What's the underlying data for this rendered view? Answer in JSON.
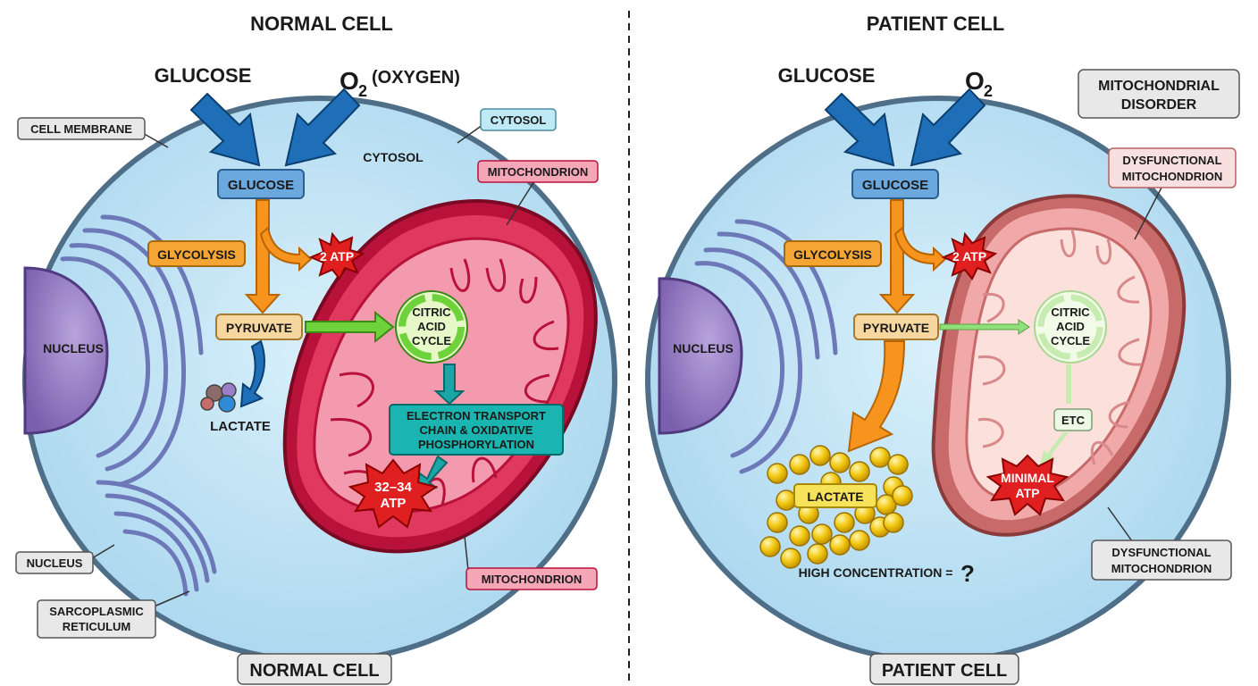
{
  "normal": {
    "title": "NORMAL CELL",
    "input_glucose": "GLUCOSE",
    "input_o2_main": "O",
    "input_o2_sub": "2",
    "input_o2_suffix": "(OXYGEN)",
    "labels": {
      "cell_membrane": "CELL MEMBRANE",
      "cytosol_box": "CYTOSOL",
      "cytosol_text": "CYTOSOL",
      "mitochondrion_top": "MITOCHONDRION",
      "glucose": "GLUCOSE",
      "glycolysis": "GLYCOLYSIS",
      "atp_small": "2 ATP",
      "pyruvate": "PYRUVATE",
      "cycle": [
        "CITRIC",
        "ACID",
        "CYCLE"
      ],
      "nucleus_inner": "NUCLEUS",
      "lactate": "LACTATE",
      "etc": [
        "ELECTRON TRANSPORT",
        "CHAIN & OXIDATIVE",
        "PHOSPHORYLATION"
      ],
      "atp_big": [
        "32–34",
        "ATP"
      ],
      "nucleus_callout": "NUCLEUS",
      "sr": [
        "SARCOPLASMIC",
        "RETICULUM"
      ],
      "mitochondrion_bottom": "MITOCHONDRION"
    },
    "footer": "NORMAL CELL"
  },
  "patient": {
    "title": "PATIENT CELL",
    "input_glucose": "GLUCOSE",
    "input_o2_main": "O",
    "input_o2_sub": "2",
    "labels": {
      "disorder": [
        "MITOCHONDRIAL",
        "DISORDER"
      ],
      "dysfunctional_top": [
        "DYSFUNCTIONAL",
        "MITOCHONDRION"
      ],
      "glucose": "GLUCOSE",
      "glycolysis": "GLYCOLYSIS",
      "atp_small": "2 ATP",
      "pyruvate": "PYRUVATE",
      "cycle": [
        "CITRIC",
        "ACID",
        "CYCLE"
      ],
      "nucleus_inner": "NUCLEUS",
      "etc": "ETC",
      "atp_min": [
        "MINIMAL",
        "ATP"
      ],
      "lactate": "LACTATE",
      "high_conc": "HIGH CONCENTRATION =",
      "question": "?",
      "dysfunctional_bottom": [
        "DYSFUNCTIONAL",
        "MITOCHONDRION"
      ]
    },
    "footer": "PATIENT CELL"
  },
  "colors": {
    "cytosol": "#bfe3f5",
    "membrane": "#4f6f88",
    "nucleus": "#9a80c4",
    "er": "#6d78b8",
    "mito_normal": "#d81e4e",
    "mito_patient": "#e68b8b",
    "glucose_box": "#6aa8de",
    "glycolysis_box": "#f4a533",
    "pyruvate_box": "#f7d7a0",
    "arrow_orange": "#f7941d",
    "arrow_green": "#6ed33a",
    "arrow_teal": "#1aa6a6",
    "arrow_blue": "#1e6fb8",
    "atp_star": "#e02020",
    "lactate_ball": "#f2c811"
  }
}
